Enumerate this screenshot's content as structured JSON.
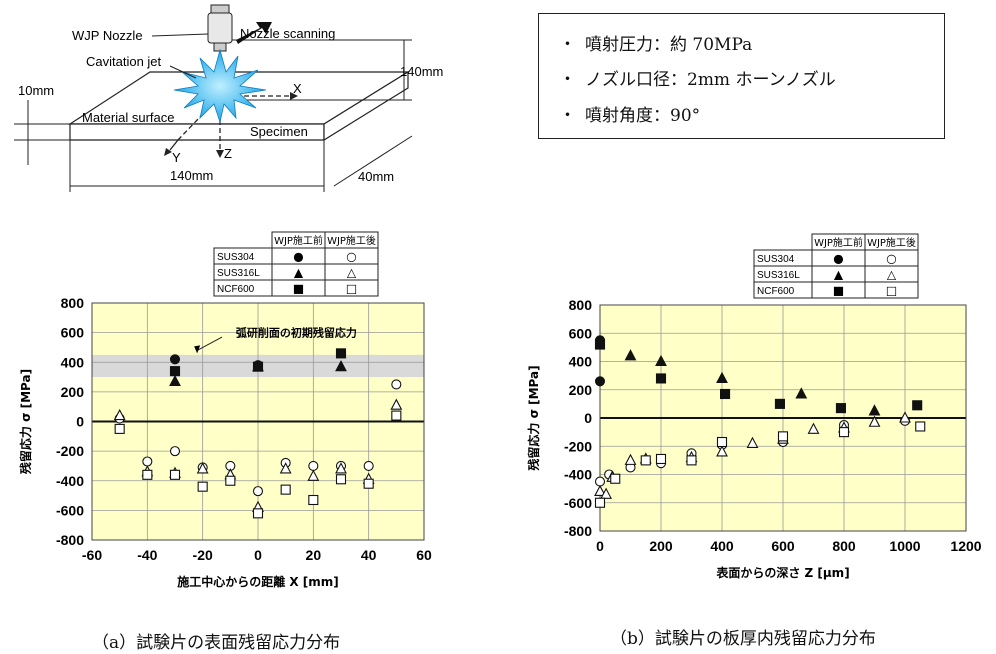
{
  "schematic": {
    "wjp_nozzle": "WJP Nozzle",
    "nozzle_scanning": "Nozzle scanning",
    "cavitation_jet": "Cavitation jet",
    "material_surface": "Material  surface",
    "specimen": "Specimen",
    "dim_thickness": "10mm",
    "dim_height": "140mm",
    "dim_length": "140mm",
    "dim_width": "40mm",
    "axis_x": "X",
    "axis_y": "Y",
    "axis_z": "Z"
  },
  "conditions": {
    "bullet": "・",
    "items": [
      "噴射圧力：約 70MPa",
      "ノズル口径：2mm ホーンノズル",
      "噴射角度：90°"
    ]
  },
  "legend_table": {
    "col_before": "WJP施工前",
    "col_after": "WJP施工後",
    "rows": [
      {
        "material": "SUS304",
        "before": "●",
        "after": "○"
      },
      {
        "material": "SUS316L",
        "before": "▲",
        "after": "△"
      },
      {
        "material": "NCF600",
        "before": "■",
        "after": "□"
      }
    ]
  },
  "chart_data": [
    {
      "type": "scatter",
      "caption": "（a）試験片の表面残留応力分布",
      "xlabel": "施工中心からの距離 X [mm]",
      "ylabel": "残留応力 σ [MPa]",
      "xlim": [
        -60,
        60
      ],
      "ylim": [
        -800,
        800
      ],
      "xticks": [
        -60,
        -40,
        -20,
        0,
        20,
        40,
        60
      ],
      "yticks": [
        800,
        600,
        400,
        200,
        0,
        -200,
        -400,
        -600,
        -800
      ],
      "annotation": "弧研削面の初期残留応力",
      "band": [
        300,
        450
      ],
      "background": "#ffffc8",
      "series": [
        {
          "name": "SUS304 WJP施工前",
          "marker": "circle",
          "filled": true,
          "points": [
            [
              -30,
              420
            ],
            [
              0,
              380
            ],
            [
              30,
              460
            ]
          ]
        },
        {
          "name": "SUS316L WJP施工前",
          "marker": "triangle",
          "filled": true,
          "points": [
            [
              -30,
              270
            ],
            [
              0,
              370
            ],
            [
              30,
              370
            ]
          ]
        },
        {
          "name": "NCF600 WJP施工前",
          "marker": "square",
          "filled": true,
          "points": [
            [
              -30,
              340
            ],
            [
              0,
              370
            ],
            [
              30,
              460
            ]
          ]
        },
        {
          "name": "SUS304 WJP施工後",
          "marker": "circle",
          "filled": false,
          "points": [
            [
              -50,
              20
            ],
            [
              -40,
              -270
            ],
            [
              -30,
              -200
            ],
            [
              -20,
              -310
            ],
            [
              -10,
              -300
            ],
            [
              0,
              -470
            ],
            [
              10,
              -280
            ],
            [
              20,
              -300
            ],
            [
              30,
              -300
            ],
            [
              40,
              -300
            ],
            [
              50,
              250
            ]
          ]
        },
        {
          "name": "SUS316L WJP施工後",
          "marker": "triangle",
          "filled": false,
          "points": [
            [
              -50,
              40
            ],
            [
              -40,
              -340
            ],
            [
              -30,
              -350
            ],
            [
              -20,
              -320
            ],
            [
              -10,
              -360
            ],
            [
              0,
              -580
            ],
            [
              10,
              -320
            ],
            [
              20,
              -370
            ],
            [
              30,
              -320
            ],
            [
              40,
              -390
            ],
            [
              50,
              110
            ]
          ]
        },
        {
          "name": "NCF600 WJP施工後",
          "marker": "square",
          "filled": false,
          "points": [
            [
              -50,
              -50
            ],
            [
              -40,
              -360
            ],
            [
              -30,
              -360
            ],
            [
              -20,
              -440
            ],
            [
              -10,
              -400
            ],
            [
              0,
              -620
            ],
            [
              10,
              -460
            ],
            [
              20,
              -530
            ],
            [
              30,
              -390
            ],
            [
              40,
              -420
            ],
            [
              50,
              40
            ]
          ]
        }
      ]
    },
    {
      "type": "scatter",
      "caption": "（b）試験片の板厚内残留応力分布",
      "xlabel": "表面からの深さ Z [μm]",
      "ylabel": "残留応力 σ [MPa]",
      "xlim": [
        0,
        1200
      ],
      "ylim": [
        -800,
        800
      ],
      "xticks": [
        0,
        200,
        400,
        600,
        800,
        1000,
        1200
      ],
      "yticks": [
        800,
        600,
        400,
        200,
        0,
        -200,
        -400,
        -600,
        -800
      ],
      "background": "#ffffc8",
      "series": [
        {
          "name": "SUS304 WJP施工前",
          "marker": "circle",
          "filled": true,
          "points": [
            [
              0,
              260
            ],
            [
              0,
              550
            ]
          ]
        },
        {
          "name": "SUS316L WJP施工前",
          "marker": "triangle",
          "filled": true,
          "points": [
            [
              100,
              440
            ],
            [
              200,
              400
            ],
            [
              400,
              280
            ],
            [
              660,
              170
            ],
            [
              900,
              50
            ]
          ]
        },
        {
          "name": "NCF600 WJP施工前",
          "marker": "square",
          "filled": true,
          "points": [
            [
              0,
              520
            ],
            [
              200,
              280
            ],
            [
              410,
              170
            ],
            [
              590,
              100
            ],
            [
              790,
              70
            ],
            [
              1040,
              90
            ]
          ]
        },
        {
          "name": "SUS304 WJP施工後",
          "marker": "circle",
          "filled": false,
          "points": [
            [
              0,
              -450
            ],
            [
              30,
              -400
            ],
            [
              100,
              -350
            ],
            [
              200,
              -320
            ],
            [
              300,
              -250
            ],
            [
              400,
              -190
            ],
            [
              600,
              -170
            ],
            [
              800,
              -50
            ],
            [
              1000,
              -20
            ]
          ]
        },
        {
          "name": "SUS316L WJP施工後",
          "marker": "triangle",
          "filled": false,
          "points": [
            [
              0,
              -520
            ],
            [
              20,
              -540
            ],
            [
              40,
              -420
            ],
            [
              100,
              -300
            ],
            [
              150,
              -290
            ],
            [
              300,
              -280
            ],
            [
              400,
              -240
            ],
            [
              500,
              -180
            ],
            [
              600,
              -150
            ],
            [
              700,
              -80
            ],
            [
              800,
              -70
            ],
            [
              900,
              -30
            ],
            [
              1000,
              0
            ]
          ]
        },
        {
          "name": "NCF600 WJP施工後",
          "marker": "square",
          "filled": false,
          "points": [
            [
              0,
              -600
            ],
            [
              50,
              -430
            ],
            [
              150,
              -300
            ],
            [
              200,
              -290
            ],
            [
              300,
              -300
            ],
            [
              400,
              -170
            ],
            [
              600,
              -130
            ],
            [
              800,
              -100
            ],
            [
              1050,
              -60
            ]
          ]
        }
      ]
    }
  ]
}
